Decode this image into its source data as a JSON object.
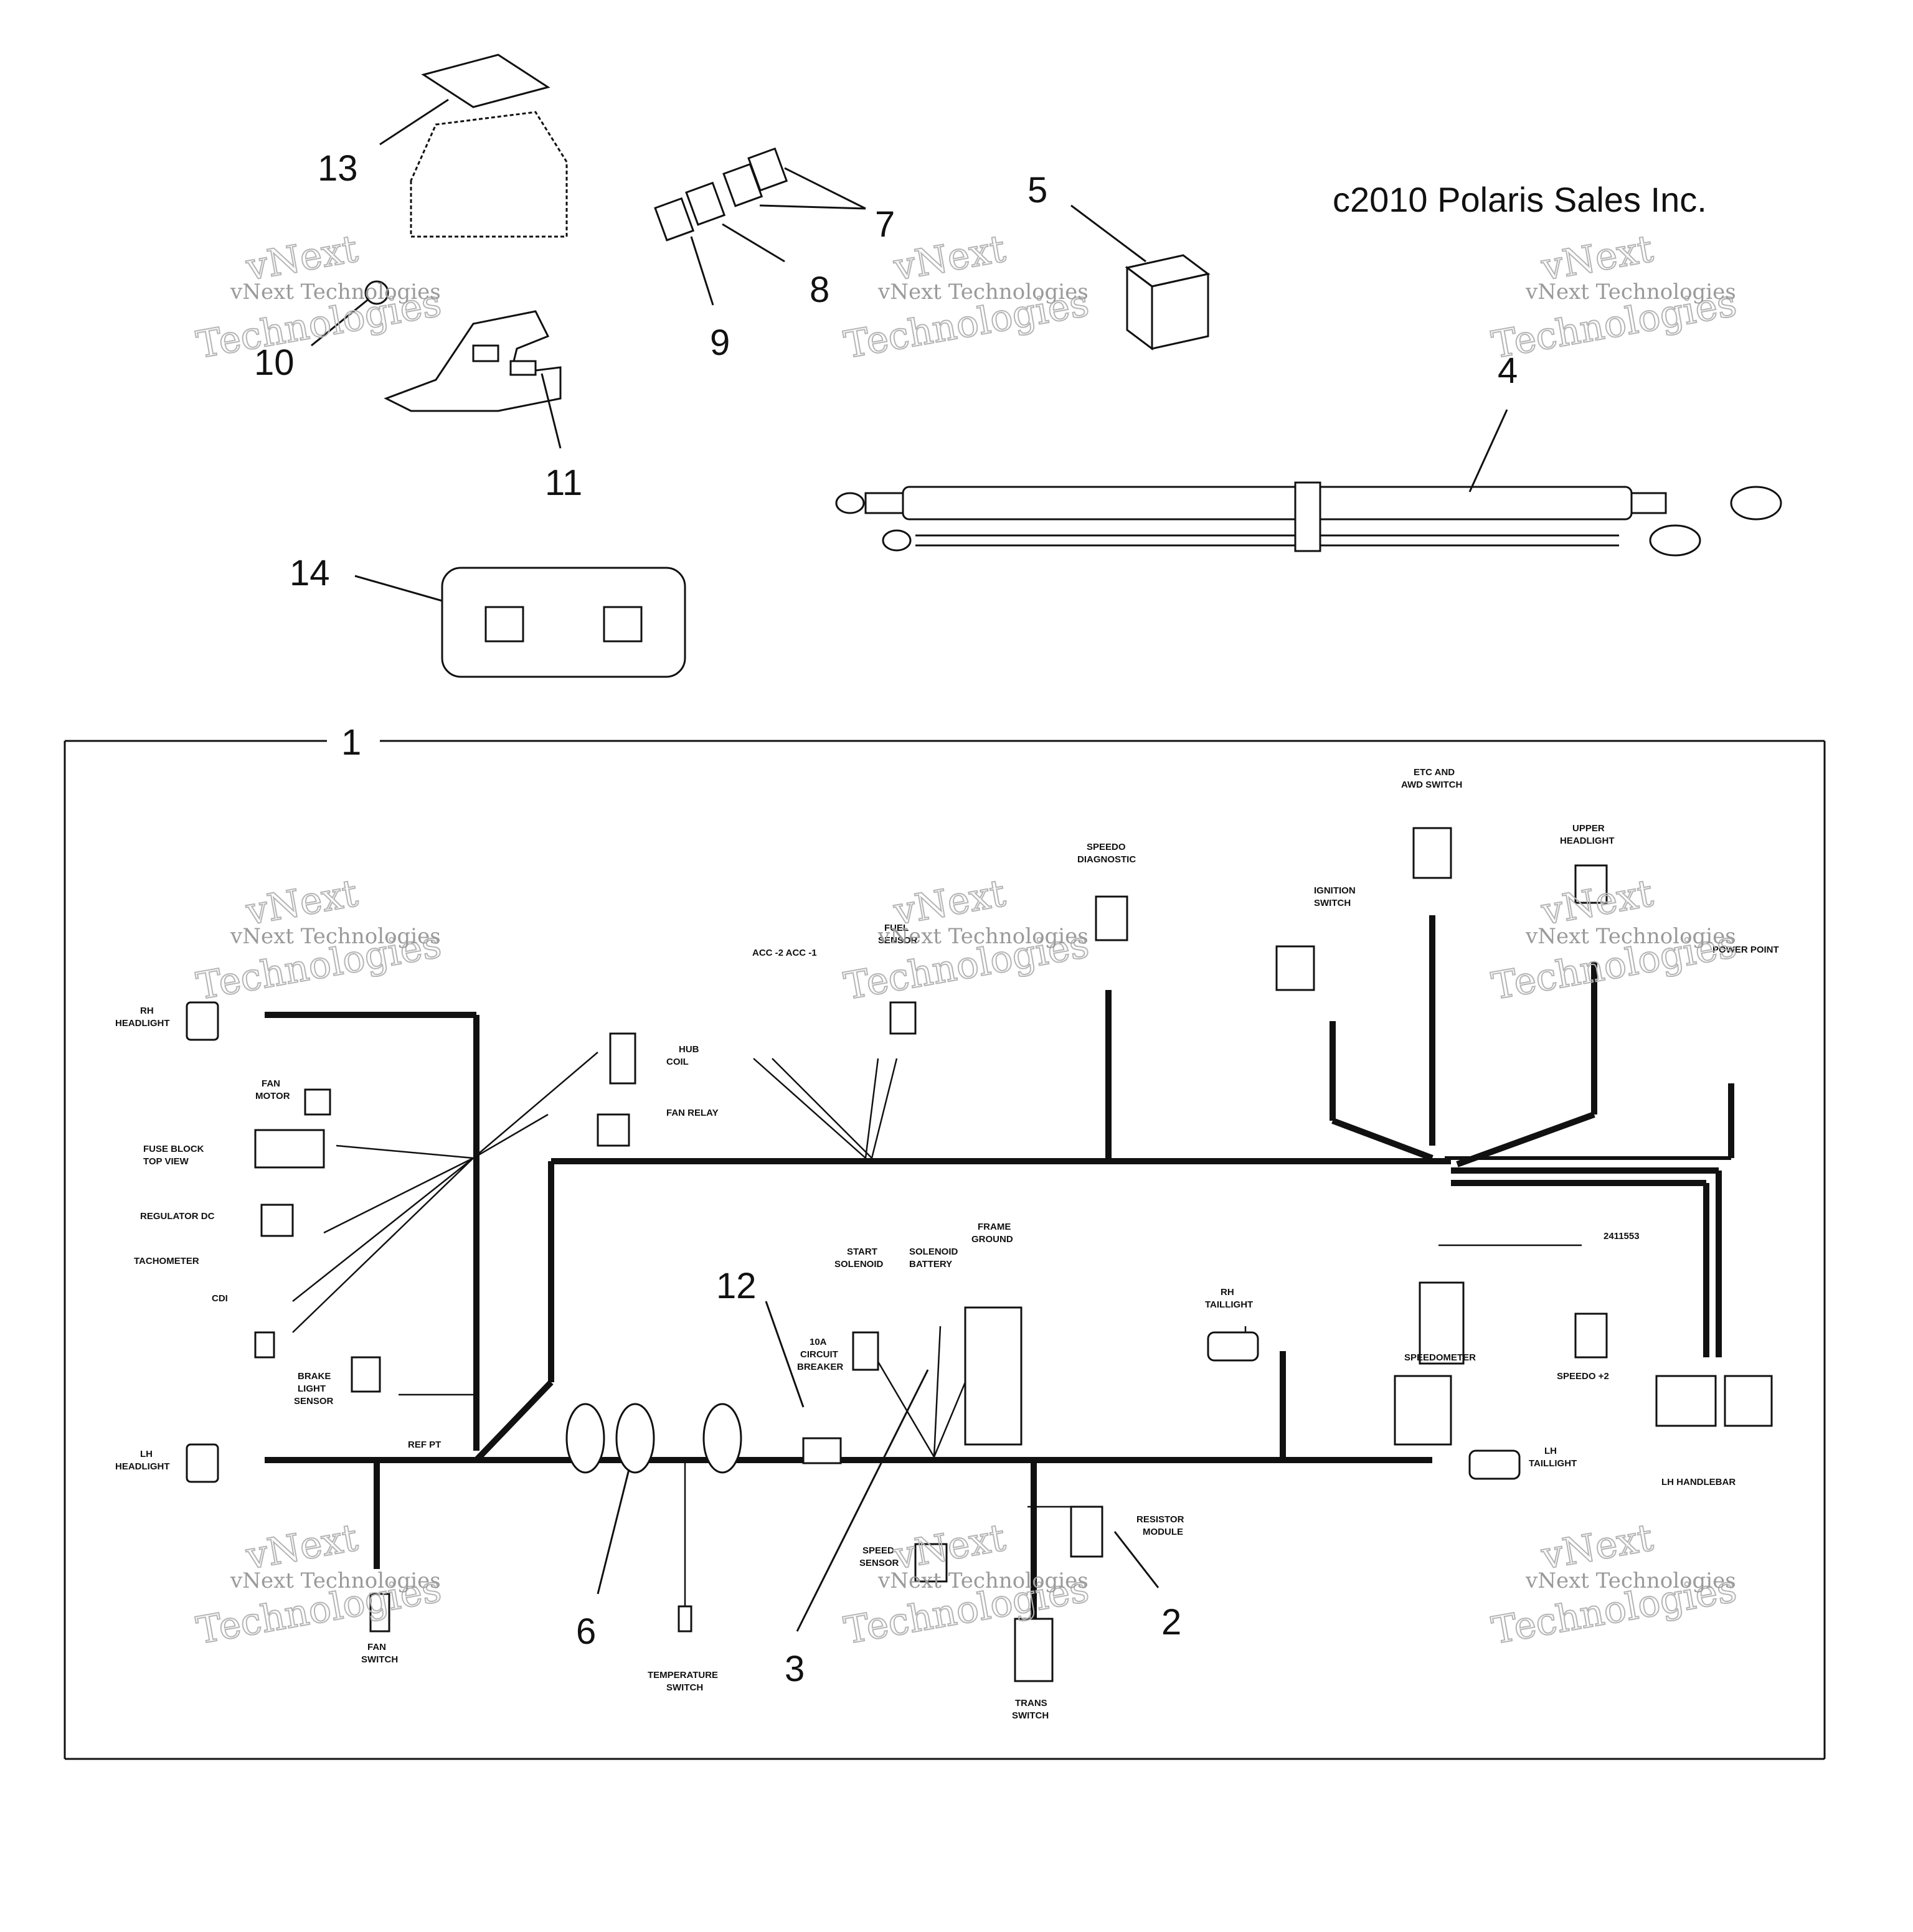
{
  "copyright": "c2010 Polaris Sales Inc.",
  "watermark": {
    "line1": "vNext Technologies",
    "line2": "Technologies",
    "line3": "vNext"
  },
  "callouts": [
    "1",
    "2",
    "3",
    "4",
    "5",
    "6",
    "7",
    "8",
    "9",
    "10",
    "11",
    "12",
    "13",
    "14"
  ],
  "harness_labels": {
    "rh_headlight": [
      "RH",
      "HEADLIGHT"
    ],
    "lh_headlight": [
      "LH",
      "HEADLIGHT"
    ],
    "fan_motor": [
      "FAN",
      "MOTOR"
    ],
    "fuse_block": [
      "FUSE BLOCK",
      "TOP VIEW"
    ],
    "regulator": "REGULATOR DC",
    "tachometer": "TACHOMETER",
    "cdi": "CDI",
    "brake_light": [
      "BRAKE",
      "LIGHT",
      "SENSOR"
    ],
    "hub_coil": [
      "HUB",
      "COIL"
    ],
    "fan_relay": "FAN RELAY",
    "acc": "ACC -2  ACC -1",
    "fuel_sensor": [
      "FUEL",
      "SENSOR"
    ],
    "speedo_diagnostic": [
      "SPEEDO",
      "DIAGNOSTIC"
    ],
    "etc_awd": [
      "ETC AND",
      "AWD SWITCH"
    ],
    "ignition": [
      "IGNITION",
      "SWITCH"
    ],
    "upper_headlight": [
      "UPPER",
      "HEADLIGHT"
    ],
    "power_point": "POWER POINT",
    "start_solenoid": [
      "START",
      "SOLENOID"
    ],
    "solenoid_battery": [
      "SOLENOID",
      "BATTERY"
    ],
    "frame_ground": [
      "FRAME",
      "GROUND"
    ],
    "circuit_breaker": [
      "10A",
      "CIRCUIT",
      "BREAKER"
    ],
    "rh_taillight": [
      "RH",
      "TAILLIGHT"
    ],
    "lh_taillight": [
      "LH",
      "TAILLIGHT"
    ],
    "speedometer": "SPEEDOMETER",
    "speedo2": "SPEEDO +2",
    "lh_handlebar": "LH HANDLEBAR",
    "resistor_module": [
      "RESISTOR",
      "MODULE"
    ],
    "speed_sensor": [
      "SPEED",
      "SENSOR"
    ],
    "trans_switch": [
      "TRANS",
      "SWITCH"
    ],
    "temperature_switch": [
      "TEMPERATURE",
      "SWITCH"
    ],
    "fan_switch": [
      "FAN",
      "SWITCH"
    ],
    "ref_pt": "REF PT",
    "part_number": "2411553"
  }
}
